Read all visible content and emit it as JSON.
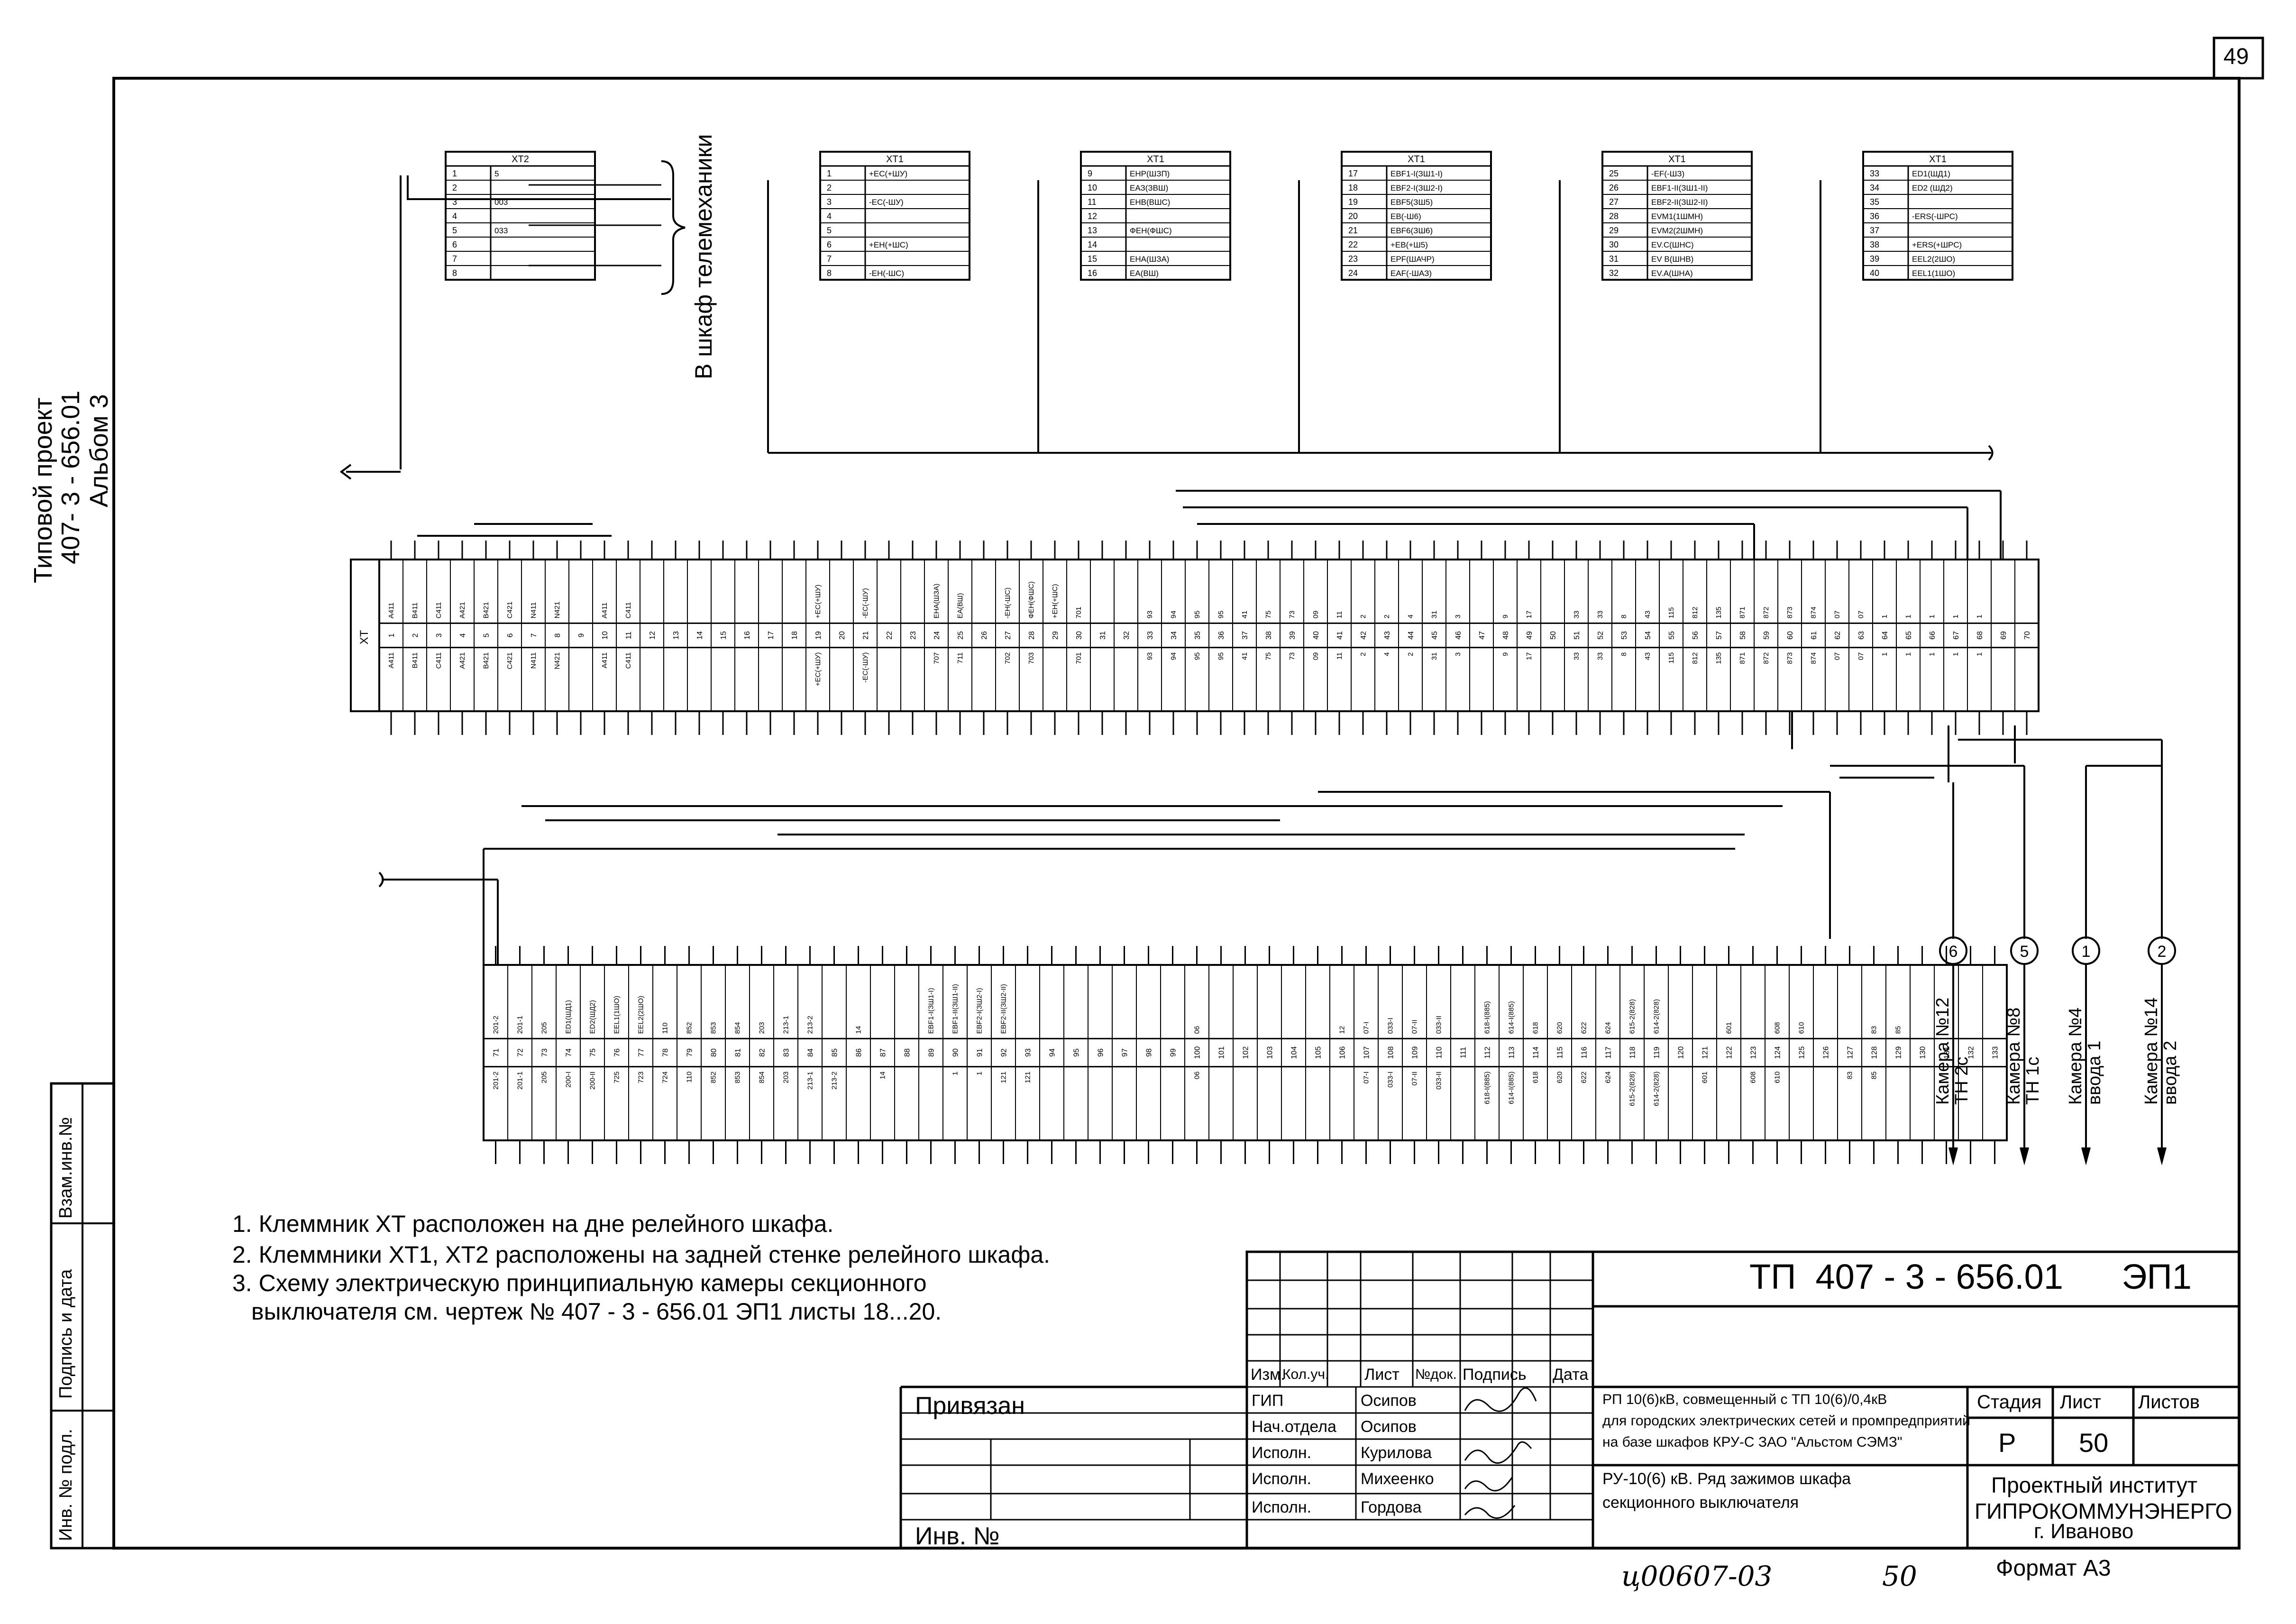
{
  "sheet": {
    "number": "49",
    "format": "Формат А3",
    "inventory_handwritten": "ц00607-03",
    "page_handwritten": "50"
  },
  "left_margin": {
    "project_line1": "Типовой проект",
    "project_line2": "407- 3 - 656.01",
    "project_line3": "Альбом 3",
    "stamp_1": "Взам.инв.№",
    "stamp_2": "Подпись и дата",
    "stamp_3": "Инв. № подл."
  },
  "xt2": {
    "title": "ХТ2",
    "rows": [
      [
        "1",
        "5"
      ],
      [
        "2",
        ""
      ],
      [
        "3",
        "003"
      ],
      [
        "4",
        ""
      ],
      [
        "5",
        "033"
      ],
      [
        "6",
        ""
      ],
      [
        "7",
        ""
      ],
      [
        "8",
        ""
      ]
    ],
    "telemechanics_label": "В шкаф телемеханики"
  },
  "xt1_blocks": [
    {
      "title": "ХТ1",
      "rows": [
        [
          "1",
          "+ЕС(+ШУ)"
        ],
        [
          "2",
          ""
        ],
        [
          "3",
          "-ЕС(-ШУ)"
        ],
        [
          "4",
          ""
        ],
        [
          "5",
          ""
        ],
        [
          "6",
          "+ЕН(+ШС)"
        ],
        [
          "7",
          ""
        ],
        [
          "8",
          "-ЕН(-ШС)"
        ]
      ]
    },
    {
      "title": "ХТ1",
      "rows": [
        [
          "9",
          "ЕНР(ШЗП)"
        ],
        [
          "10",
          "ЕАЗ(ЗВШ)"
        ],
        [
          "11",
          "ЕНВ(ВШС)"
        ],
        [
          "12",
          ""
        ],
        [
          "13",
          "ФЕН(ФШС)"
        ],
        [
          "14",
          ""
        ],
        [
          "15",
          "ЕНА(ШЗА)"
        ],
        [
          "16",
          "ЕА(ВШ)"
        ]
      ]
    },
    {
      "title": "ХТ1",
      "rows": [
        [
          "17",
          "EBF1-I(ЗШ1-I)"
        ],
        [
          "18",
          "EBF2-I(ЗШ2-I)"
        ],
        [
          "19",
          "EBF5(ЗШ5)"
        ],
        [
          "20",
          "EB(-Ш6)"
        ],
        [
          "21",
          "EBF6(ЗШ6)"
        ],
        [
          "22",
          "+EB(+Ш5)"
        ],
        [
          "23",
          "EPF(ШАЧР)"
        ],
        [
          "24",
          "EAF(-ШАЗ)"
        ]
      ]
    },
    {
      "title": "ХТ1",
      "rows": [
        [
          "25",
          "-EF(-ШЗ)"
        ],
        [
          "26",
          "EBF1-II(ЗШ1-II)"
        ],
        [
          "27",
          "EBF2-II(ЗШ2-II)"
        ],
        [
          "28",
          "EVM1(1ШМН)"
        ],
        [
          "29",
          "EVM2(2ШМН)"
        ],
        [
          "30",
          "EV.C(ШНС)"
        ],
        [
          "31",
          "EV B(ШНВ)"
        ],
        [
          "32",
          "EV.A(ШНА)"
        ]
      ]
    },
    {
      "title": "ХТ1",
      "rows": [
        [
          "33",
          "ED1(ШД1)"
        ],
        [
          "34",
          "ED2 (ШД2)"
        ],
        [
          "35",
          ""
        ],
        [
          "36",
          "-ERS(-ШРС)"
        ],
        [
          "37",
          ""
        ],
        [
          "38",
          "+ERS(+ШРС)"
        ],
        [
          "39",
          "EEL2(2ШО)"
        ],
        [
          "40",
          "EEL1(1ШО)"
        ]
      ]
    }
  ],
  "upper_strip": {
    "label": "ХТ",
    "numbers": [
      "1",
      "2",
      "3",
      "4",
      "5",
      "6",
      "7",
      "8",
      "9",
      "10",
      "11",
      "12",
      "13",
      "14",
      "15",
      "16",
      "17",
      "18",
      "19",
      "20",
      "21",
      "22",
      "23",
      "24",
      "25",
      "26",
      "27",
      "28",
      "29",
      "30",
      "31",
      "32",
      "33",
      "34",
      "35",
      "36",
      "37",
      "38",
      "39",
      "40",
      "41",
      "42",
      "43",
      "44",
      "45",
      "46",
      "47",
      "48",
      "49",
      "50",
      "51",
      "52",
      "53",
      "54",
      "55",
      "56",
      "57",
      "58",
      "59",
      "60",
      "61",
      "62",
      "63",
      "64",
      "65",
      "66",
      "67",
      "68",
      "69",
      "70"
    ],
    "top_marks": [
      "А411",
      "В411",
      "С411",
      "А421",
      "В421",
      "С421",
      "N411",
      "N421",
      "",
      "А411",
      "С411",
      "",
      "",
      "",
      "",
      "",
      "",
      "",
      "+ЕС(+ШУ)",
      "",
      "-ЕС(-ШУ)",
      "",
      "",
      "ЕНА(ШЗА)",
      "ЕА(ВШ)",
      "",
      "-ЕН(-ШС)",
      "ФЕН(ФШС)",
      "+ЕН(+ШС)",
      "701",
      "",
      "",
      "93",
      "94",
      "95",
      "95",
      "41",
      "75",
      "73",
      "09",
      "11",
      "2",
      "2",
      "4",
      "31",
      "3",
      "",
      "9",
      "17",
      "",
      "33",
      "33",
      "8",
      "43",
      "115",
      "812",
      "135",
      "871",
      "872",
      "873",
      "874",
      "07",
      "07",
      "1",
      "1",
      "1",
      "1",
      "1",
      "",
      ""
    ],
    "bottom_marks": [
      "А411",
      "В411",
      "С411",
      "А421",
      "В421",
      "С421",
      "N411",
      "N421",
      "",
      "А411",
      "С411",
      "",
      "",
      "",
      "",
      "",
      "",
      "",
      "+ЕС(+ШУ)",
      "",
      "-ЕС(-ШУ)",
      "",
      "",
      "707",
      "711",
      "",
      "702",
      "703",
      "",
      "701",
      "",
      "",
      "93",
      "94",
      "95",
      "95",
      "41",
      "75",
      "73",
      "09",
      "11",
      "2",
      "4",
      "2",
      "31",
      "3",
      "",
      "9",
      "17",
      "",
      "33",
      "33",
      "8",
      "43",
      "115",
      "812",
      "135",
      "871",
      "872",
      "873",
      "874",
      "07",
      "07",
      "1",
      "1",
      "1",
      "1",
      "1",
      "",
      ""
    ]
  },
  "lower_strip": {
    "numbers": [
      "71",
      "72",
      "73",
      "74",
      "75",
      "76",
      "77",
      "78",
      "79",
      "80",
      "81",
      "82",
      "83",
      "84",
      "85",
      "86",
      "87",
      "88",
      "89",
      "90",
      "91",
      "92",
      "93",
      "94",
      "95",
      "96",
      "97",
      "98",
      "99",
      "100",
      "101",
      "102",
      "103",
      "104",
      "105",
      "106",
      "107",
      "108",
      "109",
      "110",
      "111",
      "112",
      "113",
      "114",
      "115",
      "116",
      "117",
      "118",
      "119",
      "120",
      "121",
      "122",
      "123",
      "124",
      "125",
      "126",
      "127",
      "128",
      "129",
      "130",
      "131",
      "132",
      "133"
    ],
    "top_marks": [
      "201-2",
      "201-1",
      "205",
      "ED1(ШД1)",
      "ED2(ШД2)",
      "EEL1(1ШО)",
      "EEL2(2ШО)",
      "110",
      "852",
      "853",
      "854",
      "203",
      "213-1",
      "213-2",
      "",
      "14",
      "",
      "",
      "EBF1-I(ЗШ1-I)",
      "EBF1-II(ЗШ1-II)",
      "EBF2-I(ЗШ2-I)",
      "EBF2-II(ЗШ2-II)",
      "",
      "",
      "",
      "",
      "",
      "",
      "",
      "06",
      "",
      "",
      "",
      "",
      "",
      "12",
      "07-I",
      "033-I",
      "07-II",
      "033-II",
      "",
      "618-I(885)",
      "614-I(885)",
      "618",
      "620",
      "622",
      "624",
      "615-2(828)",
      "614-2(828)",
      "",
      "",
      "601",
      "",
      "608",
      "610",
      "",
      "",
      "83",
      "85",
      "",
      "",
      "",
      ""
    ],
    "bottom_marks": [
      "201-2",
      "201-1",
      "205",
      "200-I",
      "200-II",
      "725",
      "723",
      "724",
      "110",
      "852",
      "853",
      "854",
      "203",
      "213-1",
      "213-2",
      "",
      "14",
      "",
      "",
      "1",
      "1",
      "121",
      "121",
      "",
      "",
      "",
      "",
      "",
      "",
      "06",
      "",
      "",
      "",
      "",
      "",
      "",
      "07-I",
      "033-I",
      "07-II",
      "033-II",
      "",
      "618-I(885)",
      "614-I(885)",
      "618",
      "620",
      "622",
      "624",
      "615-2(828)",
      "614-2(828)",
      "",
      "601",
      "",
      "608",
      "610",
      "",
      "",
      "83",
      "85",
      "",
      "",
      "",
      "",
      ""
    ]
  },
  "cameras": [
    {
      "num": "6",
      "line1": "Камера №12",
      "line2": "ТН 2с"
    },
    {
      "num": "5",
      "line1": "Камера №8",
      "line2": "ТН 1с"
    },
    {
      "num": "1",
      "line1": "Камера №4",
      "line2": "ввода 1"
    },
    {
      "num": "2",
      "line1": "Камера №14",
      "line2": "ввода 2"
    }
  ],
  "notes": [
    "1. Клеммник ХТ расположен на дне релейного шкафа.",
    "2. Клеммники ХТ1, ХТ2 расположены на задней стенке релейного шкафа.",
    "3. Схему электрическую принципиальную камеры секционного",
    "выключателя см. чертеж № 407 - 3 - 656.01 ЭП1 листы 18...20."
  ],
  "title_block": {
    "doc_code": "ТП  407 - 3 - 656.01      ЭП1",
    "privyazan": "Привязан",
    "inv": "Инв. №",
    "headers": [
      "Изм.",
      "Кол.уч.",
      "Лист",
      "№док.",
      "Подпись",
      "Дата"
    ],
    "roles": [
      "ГИП",
      "Нач.отдела",
      "Исполн.",
      "Исполн.",
      "Исполн."
    ],
    "names": [
      "Осипов",
      "Осипов",
      "Курилова",
      "Михеенко",
      "Гордова"
    ],
    "project_desc": [
      "РП 10(6)кВ, совмещенный с ТП 10(6)/0,4кВ",
      "для городских электрических сетей и промпредприятий",
      "на базе шкафов КРУ-С ЗАО \"Альстом СЭМЗ\""
    ],
    "sheet_desc": [
      "РУ-10(6) кВ. Ряд зажимов шкафа",
      "секционного выключателя"
    ],
    "stage_label": "Стадия",
    "sheet_label": "Лист",
    "sheets_label": "Листов",
    "stage": "Р",
    "sheet": "50",
    "institute": [
      "Проектный институт",
      "ГИПРОКОММУНЭНЕРГО",
      "г. Иваново"
    ]
  }
}
